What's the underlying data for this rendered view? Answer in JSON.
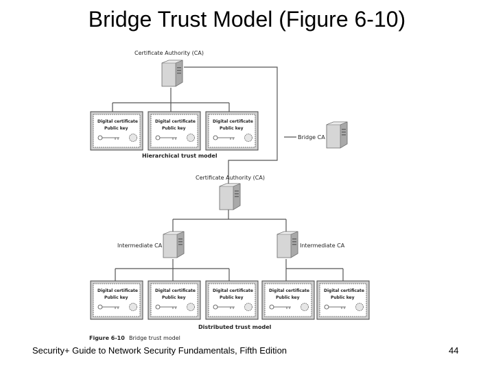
{
  "slide": {
    "title": "Bridge Trust Model (Figure 6-10)",
    "footer": "Security+ Guide to Network Security Fundamentals, Fifth Edition",
    "page_number": "44"
  },
  "diagram": {
    "top_ca_label": "Certificate Authority (CA)",
    "hierarchical_label": "Hierarchical trust model",
    "bridge_label": "Bridge CA",
    "distributed_ca_label": "Certificate Authority (CA)",
    "intermediate_left_label": "Intermediate CA",
    "intermediate_right_label": "Intermediate CA",
    "distributed_label": "Distributed trust model",
    "figure_number": "Figure 6-10",
    "figure_caption": "Bridge trust model",
    "certificate": {
      "title": "Digital certificate",
      "subtitle": "Public key"
    }
  }
}
